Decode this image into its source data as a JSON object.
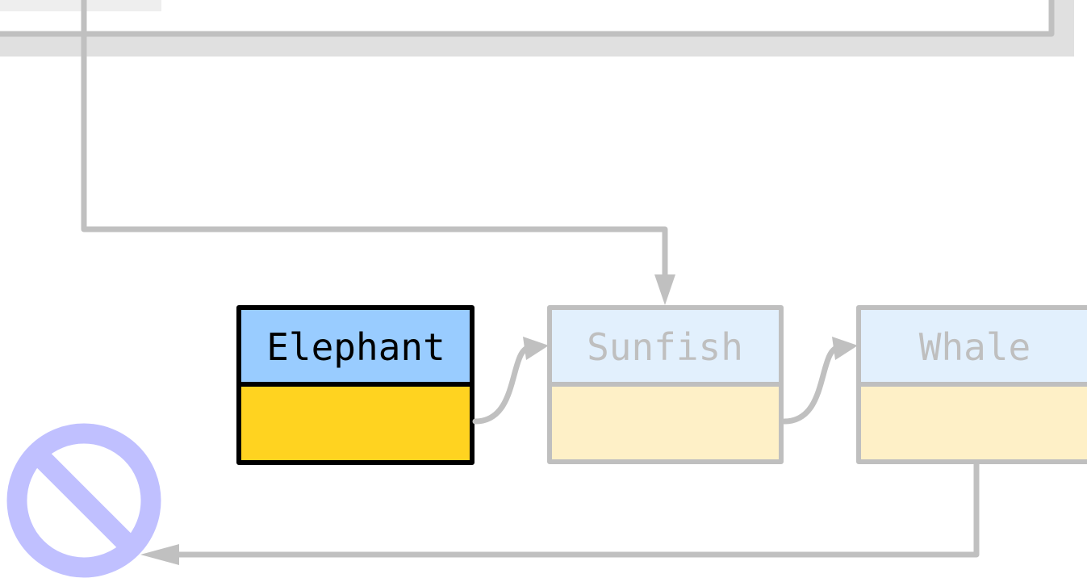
{
  "nodes": [
    {
      "label": "Elephant",
      "state": "active",
      "top_fill": "#99ccff",
      "bottom_fill": "#ffd320",
      "stroke": "#000000",
      "text_color": "#000000"
    },
    {
      "label": "Sunfish",
      "state": "faded",
      "top_fill": "#e2f0fd",
      "bottom_fill": "#fef0c7",
      "stroke": "#bfbfbf",
      "text_color": "#bfbfbf"
    },
    {
      "label": "Whale",
      "state": "faded",
      "top_fill": "#e2f0fd",
      "bottom_fill": "#fef0c7",
      "stroke": "#bfbfbf",
      "text_color": "#bfbfbf"
    }
  ],
  "colors": {
    "connector": "#c0c0c0",
    "header_band": "#e0e0e0",
    "null_symbol": "#c0c0ff"
  },
  "icons": {
    "null_terminator": "prohibited-icon"
  }
}
